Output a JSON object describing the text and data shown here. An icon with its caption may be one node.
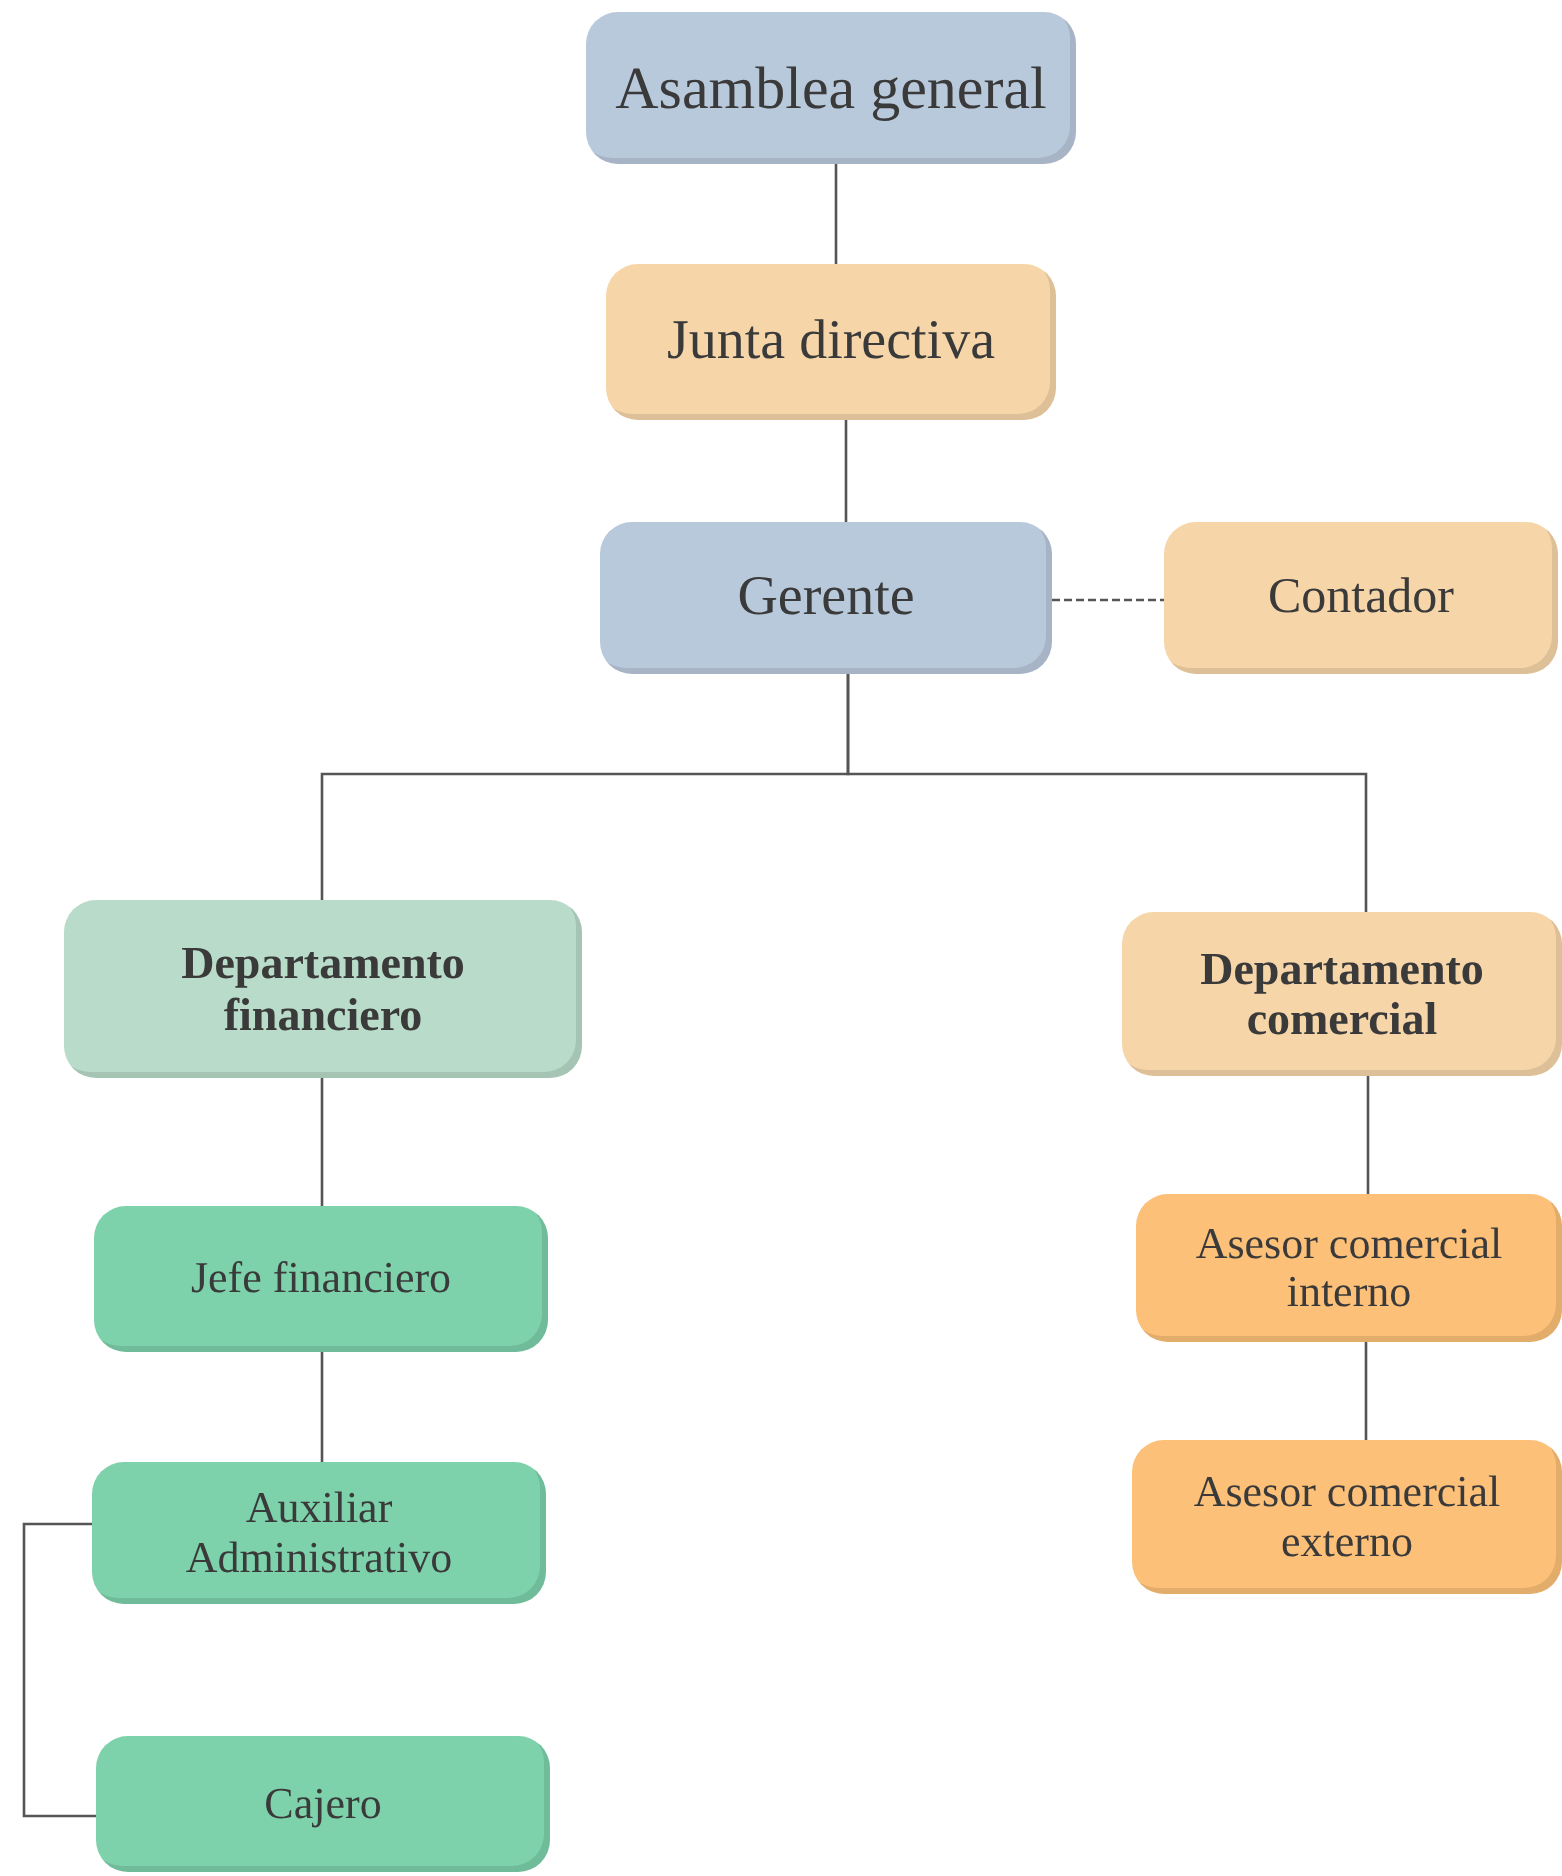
{
  "diagram": {
    "nodes": [
      {
        "text": [
          "Asamblea general"
        ]
      },
      {
        "text": [
          "Junta directiva"
        ]
      },
      {
        "text": [
          "Gerente"
        ]
      },
      {
        "text": [
          "Contador"
        ]
      },
      {
        "text": [
          "Departamento financiero"
        ]
      },
      {
        "text": [
          "Departamento comercial"
        ]
      },
      {
        "text": [
          "Jefe financiero"
        ]
      },
      {
        "text": [
          "Auxiliar Administrativo"
        ]
      },
      {
        "text": [
          "Cajero"
        ]
      },
      {
        "text": [
          "Asesor comercial interno"
        ]
      },
      {
        "text": [
          "Asesor comercial externo"
        ]
      }
    ],
    "edges": [
      {
        "from": 0,
        "to": 1,
        "arrow": "none"
      },
      {
        "from": 1,
        "to": 2,
        "arrow": "none"
      },
      {
        "from": 2,
        "to": 3,
        "arrow": "none",
        "style": "dashed"
      },
      {
        "from": 2,
        "to": 4,
        "arrow": "none"
      },
      {
        "from": 2,
        "to": 5,
        "arrow": "none"
      },
      {
        "from": 4,
        "to": 6,
        "arrow": "none"
      },
      {
        "from": 6,
        "to": 7,
        "arrow": "none"
      },
      {
        "from": 7,
        "to": 8,
        "arrow": "none"
      },
      {
        "from": 5,
        "to": 9,
        "arrow": "none"
      },
      {
        "from": 9,
        "to": 10,
        "arrow": "none"
      }
    ]
  }
}
